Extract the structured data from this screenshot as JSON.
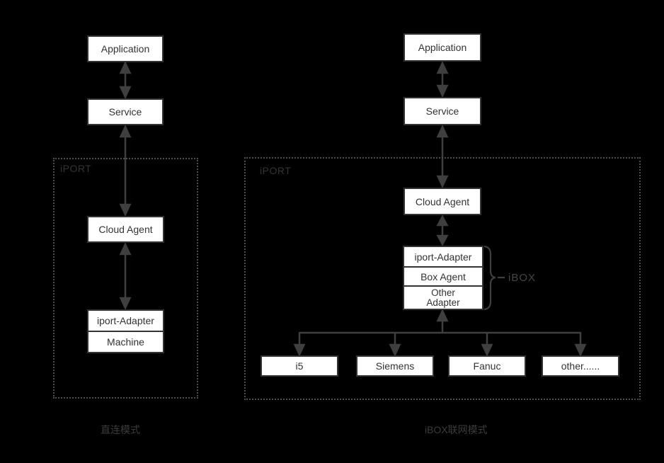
{
  "diagrams": {
    "direct": {
      "caption": "直连模式",
      "container_label": "iPORT",
      "nodes": {
        "application": "Application",
        "service": "Service",
        "cloud_agent": "Cloud Agent",
        "adapter": "iport-Adapter",
        "machine": "Machine"
      }
    },
    "ibox": {
      "caption": "iBOX联网模式",
      "container_label": "iPORT",
      "brace_label": "iBOX",
      "nodes": {
        "application": "Application",
        "service": "Service",
        "cloud_agent": "Cloud Agent",
        "stack": [
          "iport-Adapter",
          "Box Agent",
          "Other\nAdapter"
        ],
        "machines": [
          "i5",
          "Siemens",
          "Fanuc",
          "other......"
        ]
      }
    }
  },
  "colors": {
    "background": "#000000",
    "node_fill": "#ffffff",
    "node_border": "#333333",
    "node_text": "#333333",
    "arrow": "#3f3f3f",
    "dashed_border": "#4f4f4f",
    "muted_label": "#3c3c3c"
  }
}
